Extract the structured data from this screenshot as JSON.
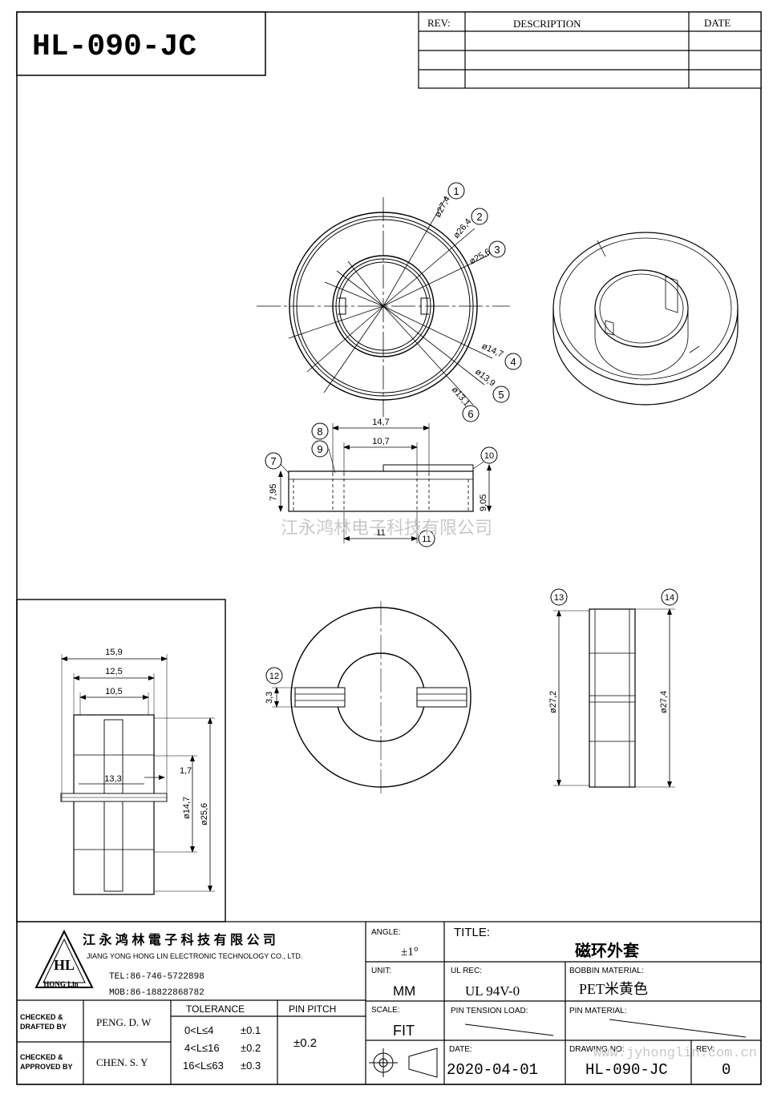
{
  "part_no": "HL-090-JC",
  "revision_table": {
    "rev_header": "REV:",
    "description_header": "DESCRIPTION",
    "date_header": "DATE"
  },
  "callouts": [
    "1",
    "2",
    "3",
    "4",
    "5",
    "6",
    "7",
    "8",
    "9",
    "10",
    "11",
    "12",
    "13",
    "14"
  ],
  "dimensions": {
    "d1": "ø27,4",
    "d2": "ø26,4",
    "d3": "ø25,6",
    "d4": "ø14,7",
    "d5": "ø13,9",
    "d6": "ø13,1",
    "w147": "14,7",
    "w107": "10,7",
    "h795": "7,95",
    "h905": "9,05",
    "w11": "11",
    "g33": "3,3",
    "side_272": "ø27,2",
    "side_274": "ø27,4",
    "inset_159": "15,9",
    "inset_125": "12,5",
    "inset_105": "10,5",
    "inset_133": "13,3",
    "inset_17": "1,7",
    "inset_147": "ø14,7",
    "inset_256": "ø25,6"
  },
  "watermark_center": "江永鸿林电子科技有限公司",
  "watermark_url": "www.jyhonglin.com.cn",
  "title_block": {
    "company_cn": "江 永 鸿 林 電 子 科 技 有 限 公 司",
    "company_en": "JIANG YONG HONG LIN ELECTRONIC TECHNOLOGY CO., LTD.",
    "logo_text": "HL",
    "logo_sub": "HONG Lin",
    "tel": "TEL:86-746-5722898",
    "mob": "MOB:86-18822868782",
    "angle_label": "ANGLE:",
    "angle_value": "±1°",
    "title_label": "TITLE:",
    "title_value": "磁环外套",
    "unit_label": "UNIT:",
    "unit_value": "MM",
    "ul_label": "UL REC:",
    "ul_value": "UL 94V-0",
    "bobbin_label": "BOBBIN MATERIAL:",
    "bobbin_value": "PET米黄色",
    "checked_drafted": "CHECKED &\nDRAFTED BY",
    "checked_drafted_l1": "CHECKED &",
    "checked_drafted_l2": "DRAFTED BY",
    "drafter": "PENG. D. W",
    "checked_approved_l1": "CHECKED &",
    "checked_approved_l2": "APPROVED BY",
    "approver": "CHEN. S. Y",
    "tolerance_label": "TOLERANCE",
    "tol_rows": [
      {
        "range": "0<L≤4",
        "tol": "±0.1"
      },
      {
        "range": "4<L≤16",
        "tol": "±0.2"
      },
      {
        "range": "16<L≤63",
        "tol": "±0.3"
      }
    ],
    "pin_pitch_label": "PIN PITCH",
    "pin_pitch_value": "±0.2",
    "scale_label": "SCALE:",
    "scale_value": "FIT",
    "pin_tension_label": "PIN TENSION LOAD:",
    "pin_material_label": "PIN MATERIAL:",
    "date_label": "DATE:",
    "date_value": "2020-04-01",
    "drawing_no_label": "DRAWING NO:",
    "drawing_no_value": "HL-090-JC",
    "rev_label": "REV:",
    "rev_value": "0"
  }
}
